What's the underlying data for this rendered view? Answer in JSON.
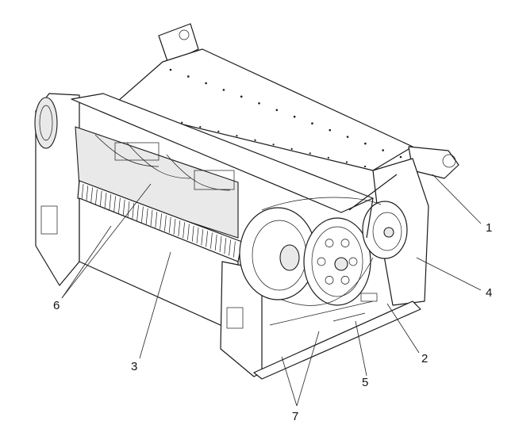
{
  "figure": {
    "description_icon": "thresher-assembly-line-drawing",
    "callouts": [
      {
        "id": "c1",
        "label": "1"
      },
      {
        "id": "c2",
        "label": "2"
      },
      {
        "id": "c3",
        "label": "3"
      },
      {
        "id": "c4",
        "label": "4"
      },
      {
        "id": "c5",
        "label": "5"
      },
      {
        "id": "c6",
        "label": "6"
      },
      {
        "id": "c7",
        "label": "7"
      }
    ]
  },
  "colors": {
    "line": "#1a1a1a",
    "fill": "#ffffff",
    "shade": "#e9e9e9"
  }
}
